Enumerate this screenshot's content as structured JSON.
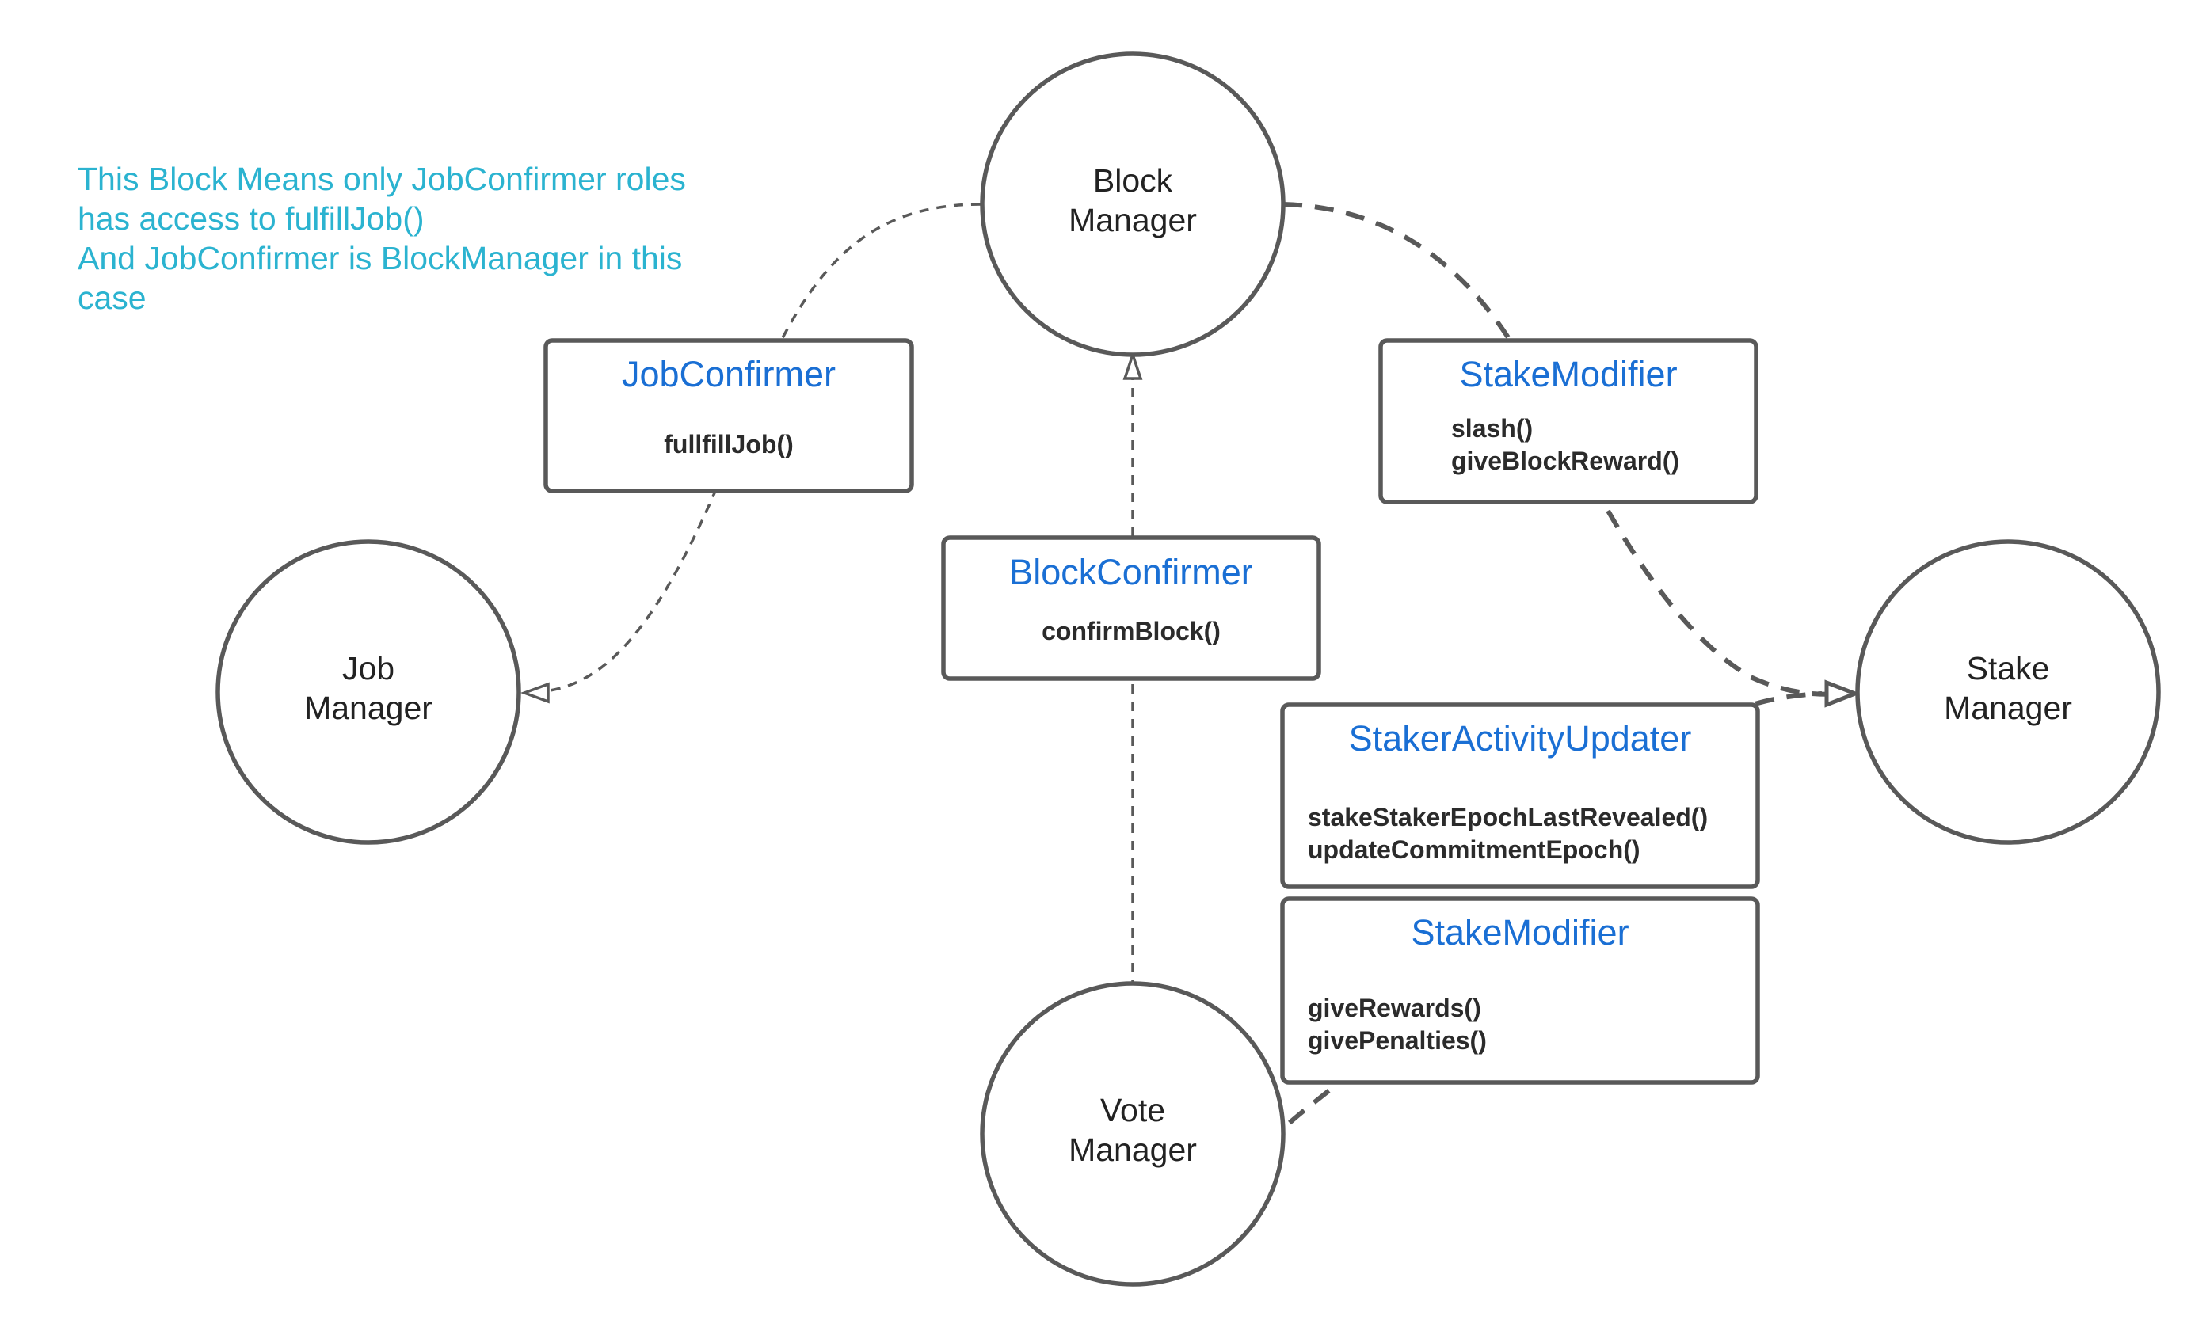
{
  "note": {
    "lines": [
      "This Block Means only JobConfirmer roles",
      "has access to fulfillJob()",
      "And JobConfirmer is BlockManager in this",
      "case"
    ],
    "color": "#2bb3d0"
  },
  "nodes": {
    "block_manager": {
      "line1": "Block",
      "line2": "Manager"
    },
    "job_manager": {
      "line1": "Job",
      "line2": "Manager"
    },
    "stake_manager": {
      "line1": "Stake",
      "line2": "Manager"
    },
    "vote_manager": {
      "line1": "Vote",
      "line2": "Manager"
    }
  },
  "boxes": {
    "job_confirmer": {
      "title": "JobConfirmer",
      "methods": [
        "fullfillJob()"
      ]
    },
    "block_confirmer": {
      "title": "BlockConfirmer",
      "methods": [
        "confirmBlock()"
      ]
    },
    "stake_modifier_top": {
      "title": "StakeModifier",
      "methods": [
        "slash()",
        "giveBlockReward()"
      ]
    },
    "staker_activity_updater": {
      "title": "StakerActivityUpdater",
      "methods": [
        "stakeStakerEpochLastRevealed()",
        "updateCommitmentEpoch()"
      ]
    },
    "stake_modifier_bottom": {
      "title": "StakeModifier",
      "methods": [
        "giveRewards()",
        "givePenalties()"
      ]
    }
  },
  "colors": {
    "box_title": "#1a6fd4",
    "stroke": "#595959"
  }
}
